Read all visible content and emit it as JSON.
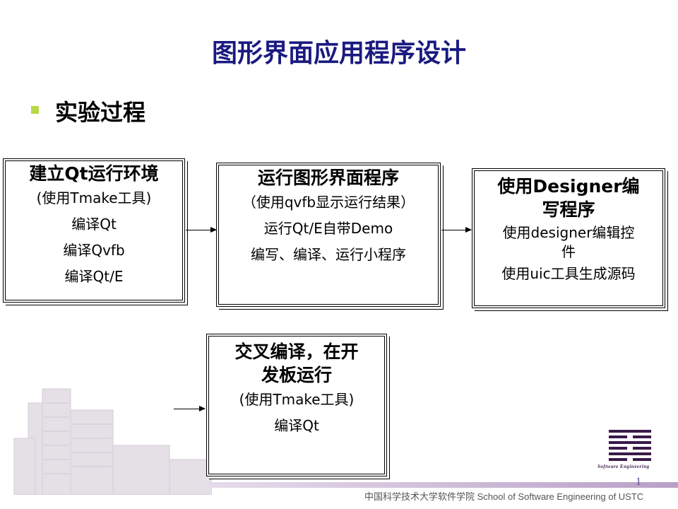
{
  "slide": {
    "title": "图形界面应用程序设计",
    "bullet": "实验过程",
    "page_number": "1"
  },
  "boxes": [
    {
      "title": "建立Qt运行环境",
      "lines": [
        "(使用Tmake工具)",
        "编译Qt",
        "编译Qvfb",
        "编译Qt/E"
      ]
    },
    {
      "title": "运行图形界面程序",
      "lines": [
        "（使用qvfb显示运行结果）",
        "运行Qt/E自带Demo",
        "编写、编译、运行小程序"
      ]
    },
    {
      "title_lines": [
        "使用Designer编",
        "写程序"
      ],
      "lines": [
        "使用designer编辑控",
        "件",
        "使用uic工具生成源码"
      ]
    },
    {
      "title_lines": [
        "交叉编译，在开",
        "发板运行"
      ],
      "lines": [
        "(使用Tmake工具)",
        "编译Qt"
      ]
    }
  ],
  "footer": {
    "text": "中国科学技术大学软件学院   School of Software Engineering of USTC",
    "logo_caption": "Software  Engineering"
  },
  "colors": {
    "title": "#1a1a80",
    "bullet": "#b5d84a",
    "footer_bar": "#b9a0c6"
  }
}
